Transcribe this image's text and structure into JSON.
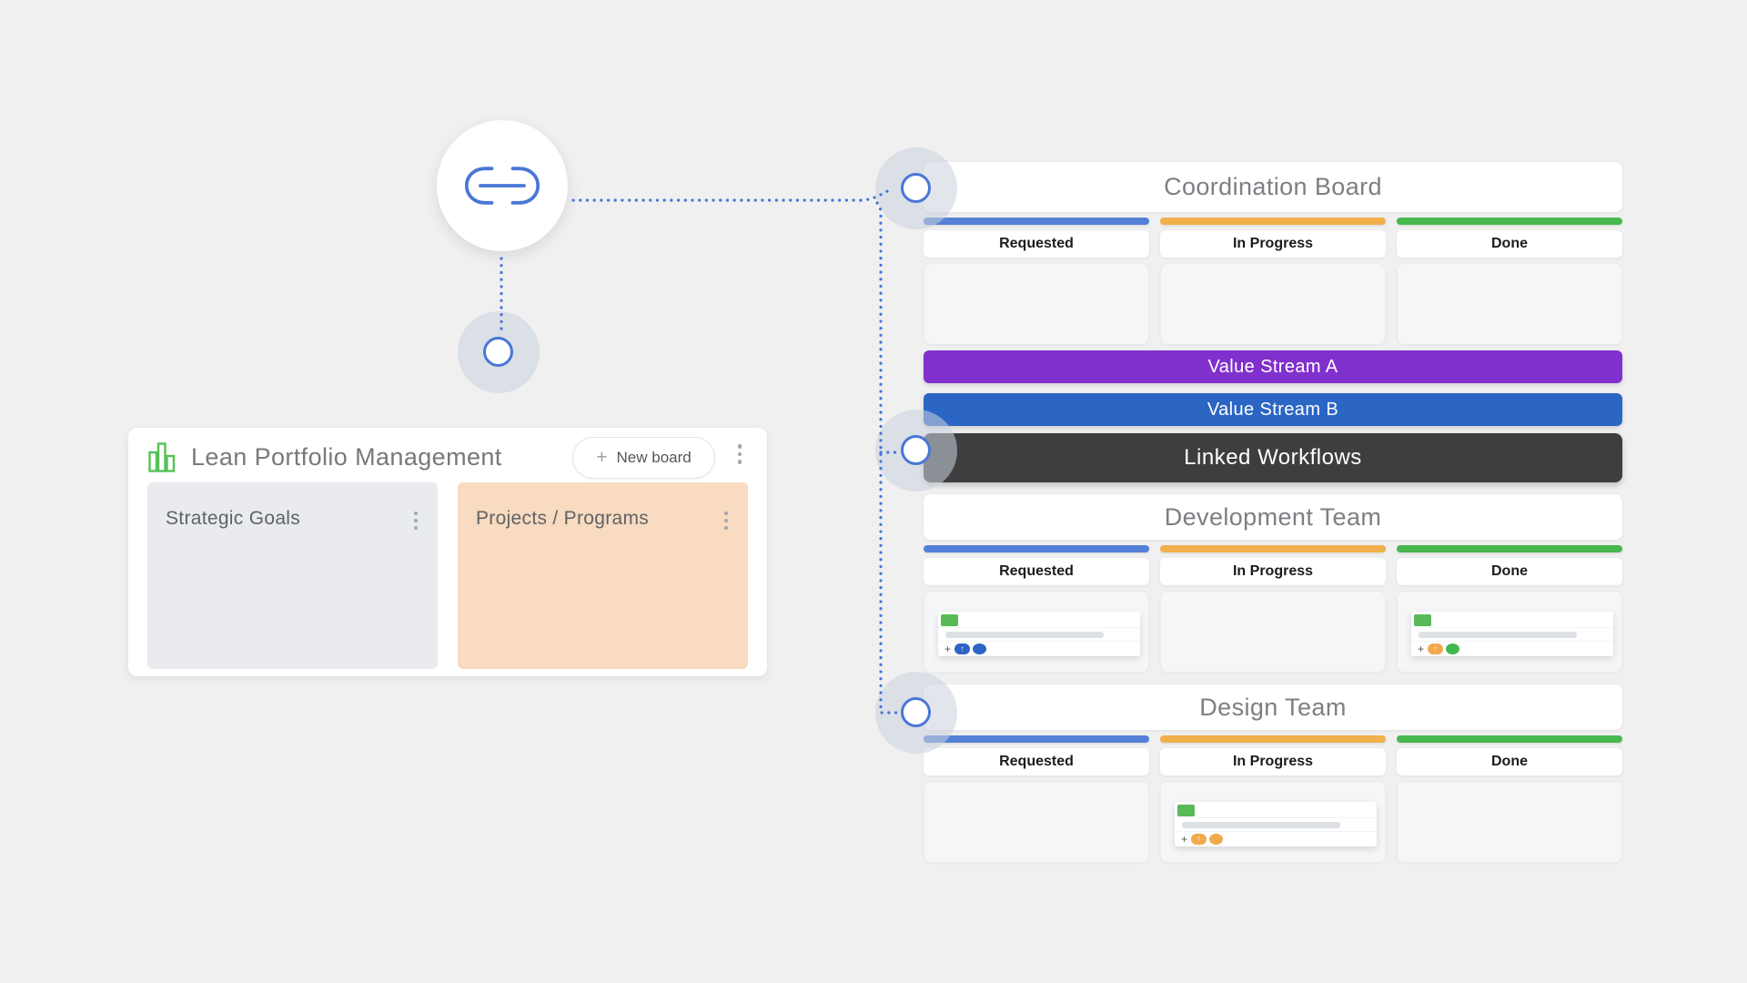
{
  "colors": {
    "accent_blue": "#4a77d6",
    "strip_requested": "#5580d8",
    "strip_in_progress": "#f2b04c",
    "strip_done": "#47b84d",
    "value_stream_a": "#8030cc",
    "value_stream_b": "#2b66c5",
    "linked_workflows": "#3e3e40",
    "portfolio_col_goals": "#e9ebee",
    "portfolio_col_projects": "#f8dbc0",
    "card_accent_green": "#58bb57",
    "avatar_blue_dark": "#2f63c8",
    "avatar_blue": "#2b66c5",
    "avatar_orange": "#f0a94c",
    "avatar_green": "#3fba4f"
  },
  "icons": {
    "link": "link-icon",
    "bar_chart": "bar-chart-icon",
    "kebab": "kebab-menu-icon",
    "plus": "plus-icon",
    "arrow_up": "arrow-up-icon"
  },
  "portfolio": {
    "title": "Lean Portfolio Management",
    "new_board_plus": "+",
    "new_board_label": "New board",
    "columns": [
      {
        "label": "Strategic Goals"
      },
      {
        "label": "Projects / Programs"
      }
    ]
  },
  "boards": {
    "coordination": {
      "title": "Coordination Board",
      "columns": [
        "Requested",
        "In Progress",
        "Done"
      ]
    },
    "value_streams": [
      {
        "label": "Value Stream A"
      },
      {
        "label": "Value Stream B"
      }
    ],
    "linked_workflows": {
      "label": "Linked Workflows"
    },
    "development": {
      "title": "Development Team",
      "columns": [
        "Requested",
        "In Progress",
        "Done"
      ],
      "cards": {
        "requested": {
          "plus": "+",
          "arrow": "↑"
        },
        "done": {
          "plus": "+",
          "arrow": "↑"
        }
      }
    },
    "design": {
      "title": "Design Team",
      "columns": [
        "Requested",
        "In Progress",
        "Done"
      ],
      "cards": {
        "in_progress": {
          "plus": "+",
          "arrow": "↑"
        }
      }
    }
  }
}
